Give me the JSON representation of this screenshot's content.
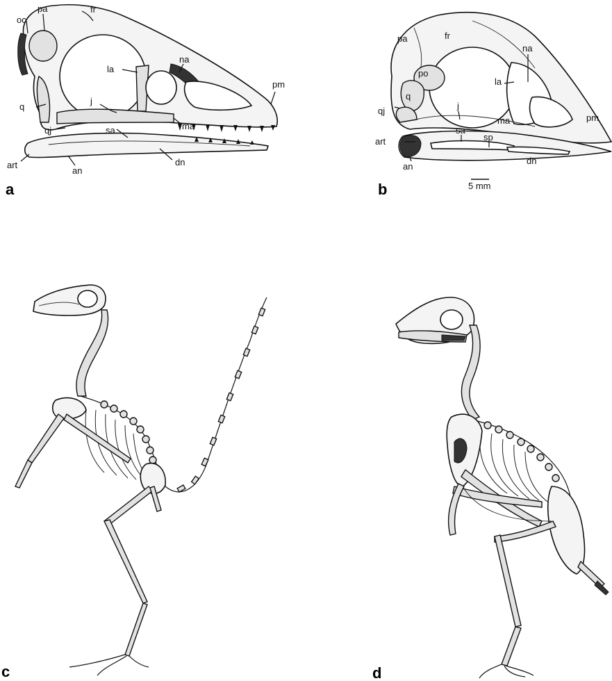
{
  "panels": {
    "a": {
      "letter": "a",
      "labels": {
        "oc": "oc",
        "pa": "pa",
        "fr": "fr",
        "na": "na",
        "la": "la",
        "pm": "pm",
        "q": "q",
        "j": "j",
        "ma": "ma",
        "qj": "qj",
        "sa": "sa",
        "art": "art",
        "an": "an",
        "dn": "dn"
      }
    },
    "b": {
      "letter": "b",
      "labels": {
        "pa": "pa",
        "fr": "fr",
        "na": "na",
        "po": "po",
        "la": "la",
        "q": "q",
        "qj": "qj",
        "j": "j",
        "ma": "ma",
        "pm": "pm",
        "art": "art",
        "sa": "sa",
        "sp": "sp",
        "an": "an",
        "dn": "dn"
      },
      "scale_bar": "5 mm"
    },
    "c": {
      "letter": "c"
    },
    "d": {
      "letter": "d"
    }
  }
}
